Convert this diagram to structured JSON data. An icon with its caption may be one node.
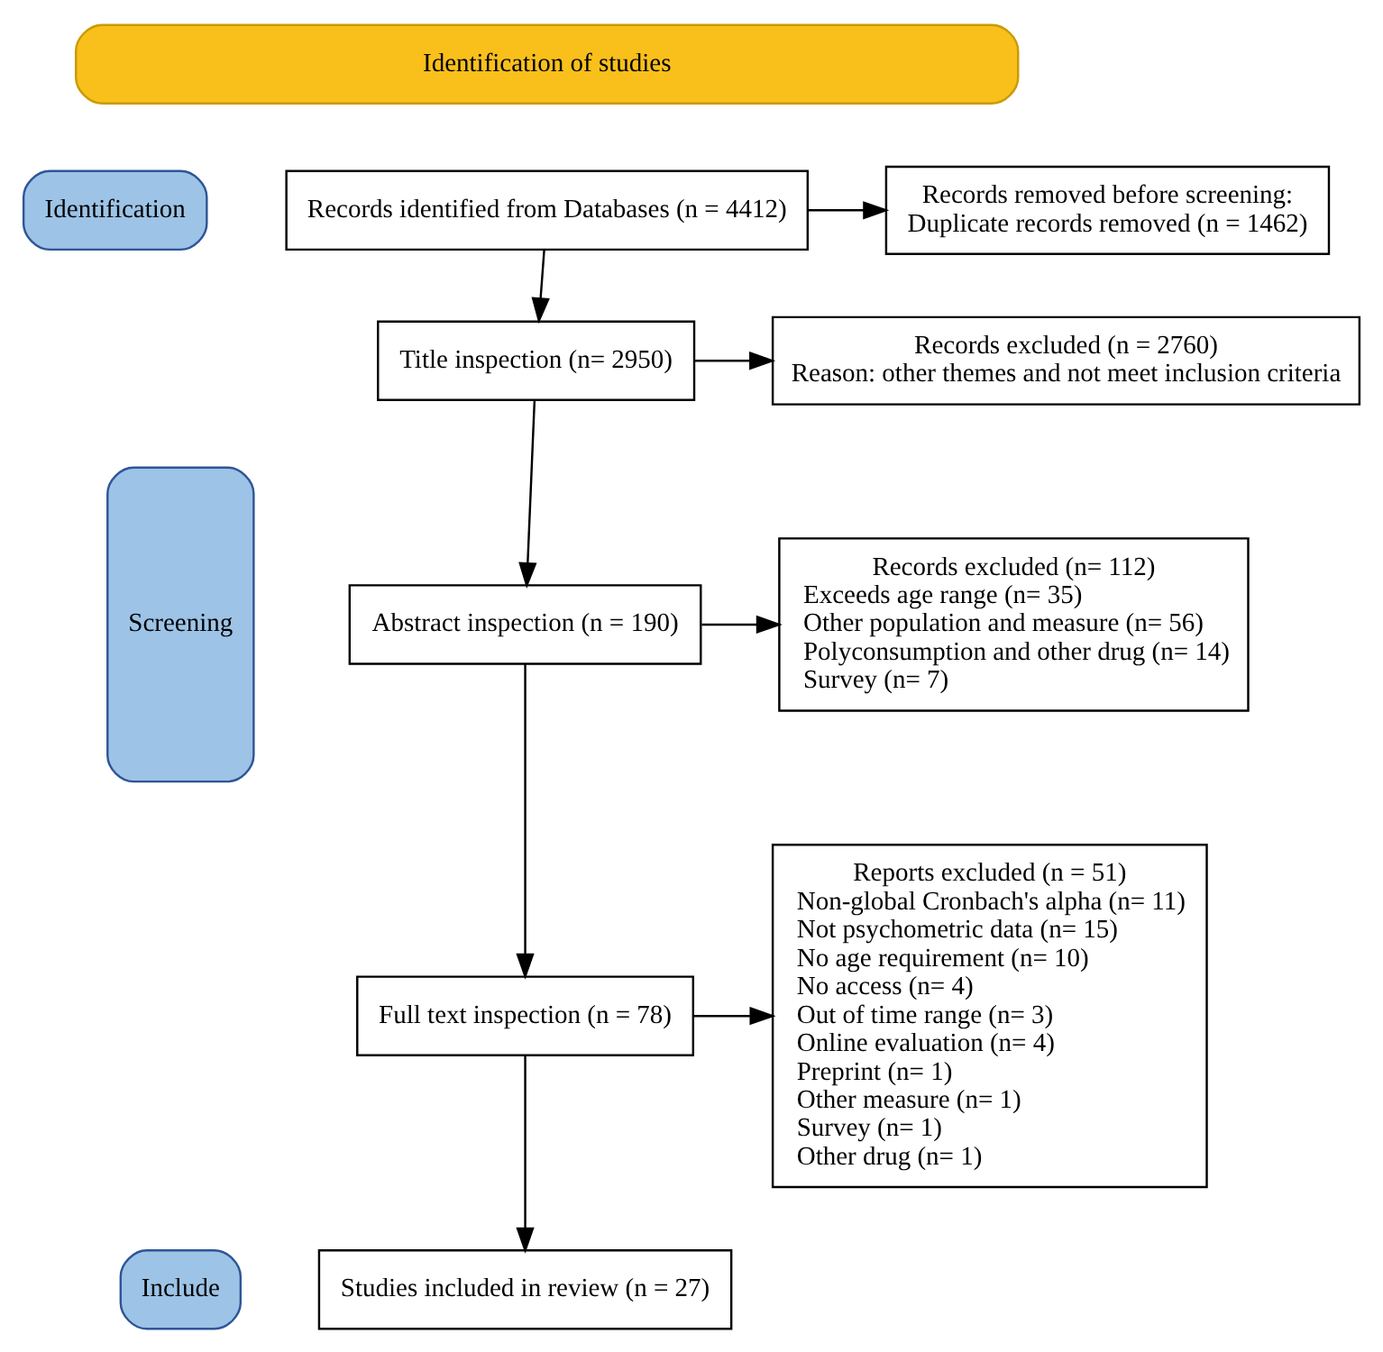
{
  "diagram": {
    "nodes": [
      {
        "text": [
          "Identification of studies"
        ]
      },
      {
        "text": [
          "Identification"
        ]
      },
      {
        "text": [
          "Screening"
        ]
      },
      {
        "text": [
          "Include"
        ]
      },
      {
        "text": [
          "Records identified from Databases (n = 4412)"
        ]
      },
      {
        "text": [
          "Records removed before screening:",
          "Duplicate records removed (n = 1462)"
        ]
      },
      {
        "text": [
          "Title inspection (n= 2950)"
        ]
      },
      {
        "text": [
          "Records excluded (n = 2760)",
          "Reason: other themes and not meet inclusion criteria"
        ]
      },
      {
        "text": [
          "Abstract inspection (n = 190)"
        ]
      },
      {
        "text": [
          "Records excluded (n= 112)",
          "Exceeds age range (n= 35)",
          "Other population and measure (n= 56)",
          "Polyconsumption and other drug (n= 14)",
          "Survey (n= 7)"
        ]
      },
      {
        "text": [
          "Full text inspection (n = 78)"
        ]
      },
      {
        "text": [
          "Reports excluded (n = 51)",
          "Non-global Cronbach's alpha (n= 11)",
          "Not psychometric data (n= 15)",
          "No age requirement (n= 10)",
          "No access (n= 4)",
          "Out of time range (n= 3)",
          "Online evaluation (n= 4)",
          "Preprint (n= 1)",
          "Other measure (n= 1)",
          "Survey (n= 1)",
          "Other drug (n= 1)"
        ]
      },
      {
        "text": [
          "Studies included in review (n = 27)"
        ]
      }
    ],
    "edges": [
      {
        "from": 4,
        "to": 5,
        "arrow": "to"
      },
      {
        "from": 4,
        "to": 6,
        "arrow": "to"
      },
      {
        "from": 6,
        "to": 7,
        "arrow": "to"
      },
      {
        "from": 6,
        "to": 8,
        "arrow": "to"
      },
      {
        "from": 8,
        "to": 9,
        "arrow": "to"
      },
      {
        "from": 8,
        "to": 10,
        "arrow": "to"
      },
      {
        "from": 10,
        "to": 11,
        "arrow": "to"
      },
      {
        "from": 10,
        "to": 12,
        "arrow": "to"
      }
    ]
  }
}
